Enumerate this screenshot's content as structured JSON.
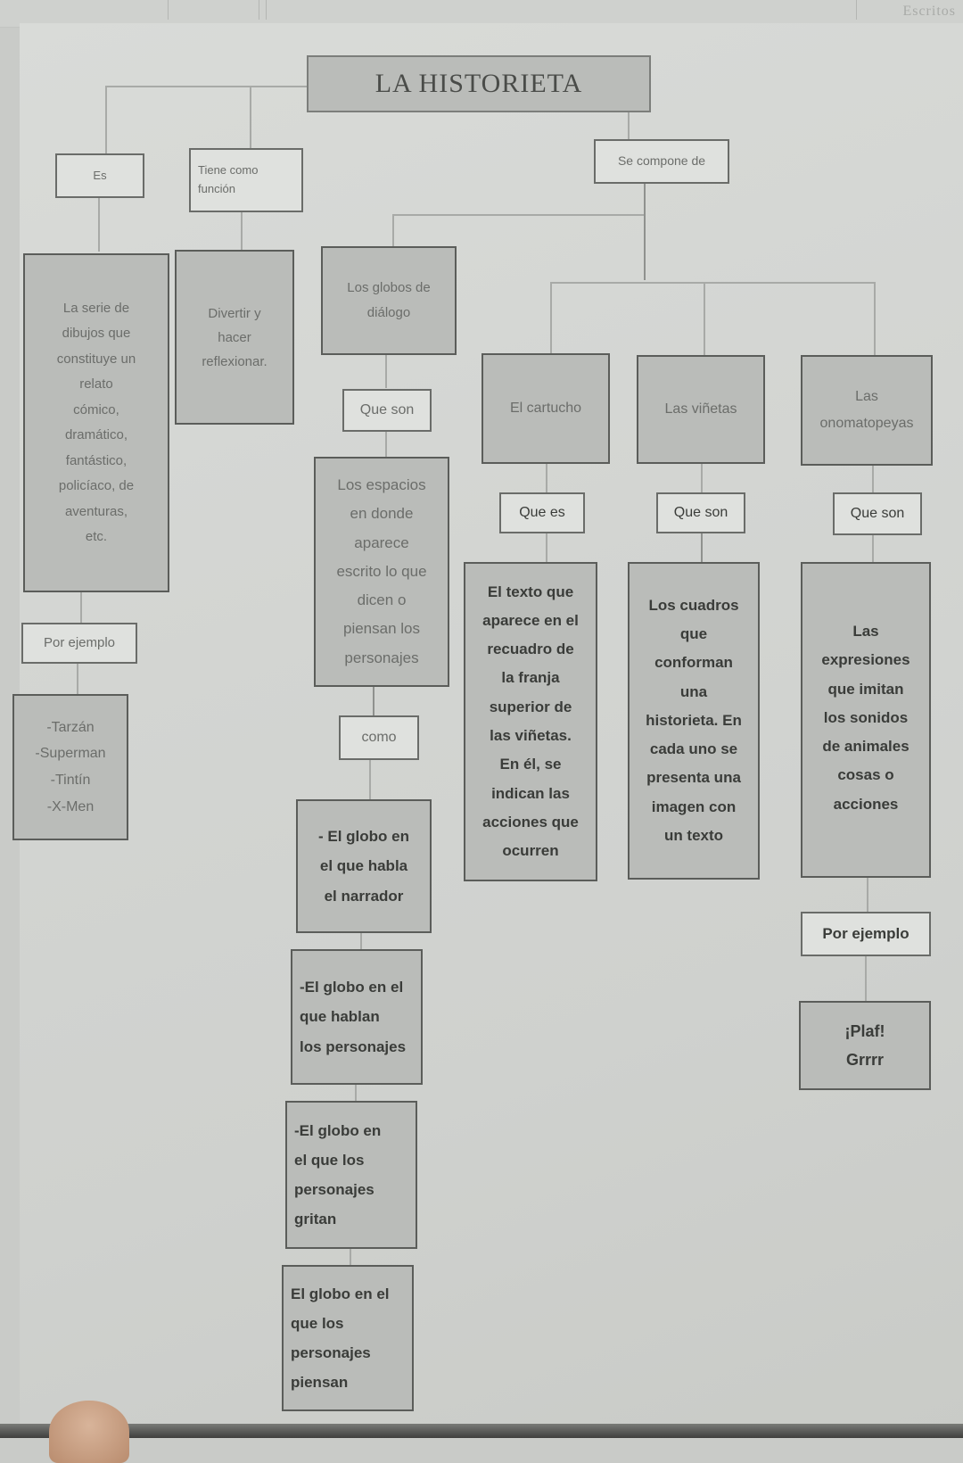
{
  "header": {
    "corner_label": "Escritos"
  },
  "map": {
    "title": "LA HISTORIETA",
    "branch_es": {
      "connector": "Es",
      "definition": "La serie de\ndibujos que\nconstituye un\nrelato\ncómico,\ndramático,\nfantástico,\npolicíaco, de\naventuras,\netc.",
      "example_connector": "Por ejemplo",
      "examples": "-Tarzán\n-Superman\n-Tintín\n-X-Men"
    },
    "branch_funcion": {
      "connector": "Tiene como\nfunción",
      "value": "Divertir y\nhacer\nreflexionar."
    },
    "branch_compone": {
      "connector": "Se compone de",
      "globos": {
        "label": "Los globos de\ndiálogo",
        "connector": "Que son",
        "definition": "Los espacios\nen donde\naparece\nescrito lo que\ndicen o\npiensan los\npersonajes",
        "types_connector": "como",
        "types": [
          "- El globo en\nel que habla\nel narrador",
          "-El globo en el\nque hablan\nlos personajes",
          "-El globo en\nel que los\npersonajes\ngritan",
          "El globo en el\nque los\npersonajes\npiensan"
        ]
      },
      "cartucho": {
        "label": "El cartucho",
        "connector": "Que es",
        "definition": "El texto que\naparece en el\nrecuadro de\nla franja\nsuperior de\nlas viñetas.\nEn él, se\nindican las\nacciones que\nocurren"
      },
      "vinetas": {
        "label": "Las viñetas",
        "connector": "Que son",
        "definition": "Los cuadros\nque\nconforman\nuna\nhistorieta. En\ncada uno se\npresenta una\nimagen con\nun texto"
      },
      "onomatopeyas": {
        "label": "Las\nonomatopeyas",
        "connector": "Que son",
        "definition": "Las\nexpresiones\nque imitan\nlos sonidos\nde animales\ncosas o\nacciones",
        "example_connector": "Por ejemplo",
        "examples": "¡Plaf!\nGrrrr"
      }
    }
  }
}
